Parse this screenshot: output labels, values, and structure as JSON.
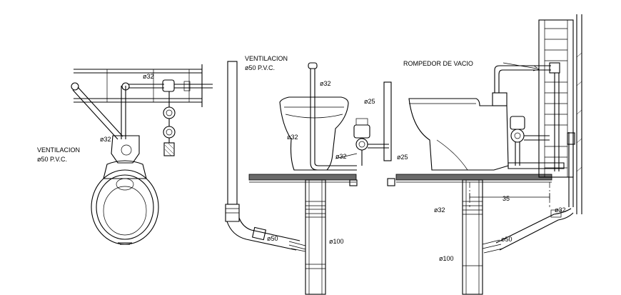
{
  "left_view": {
    "vent_label_line1": "VENTILACION",
    "vent_label_line2": "ø50 P.V.C.",
    "dim_top": "ø32",
    "dim_arm": "ø32"
  },
  "middle_view": {
    "vent_label_line1": "VENTILACION",
    "vent_label_line2": "ø50 P.V.C.",
    "dim_tank_top": "ø32",
    "dim_bowl": "ø32",
    "dim_supply": "ø32",
    "dim_valve_top": "ø25",
    "dim_valve_bottom": "ø25",
    "dim_drain_branch": "ø50",
    "dim_main_drain": "ø100"
  },
  "right_view": {
    "vacuum_breaker_label": "ROMPEDOR DE VACIO",
    "dim_length": "35",
    "dim_left": "ø32",
    "dim_right": "ø32",
    "dim_branch": "ø50",
    "dim_main": "ø100"
  }
}
